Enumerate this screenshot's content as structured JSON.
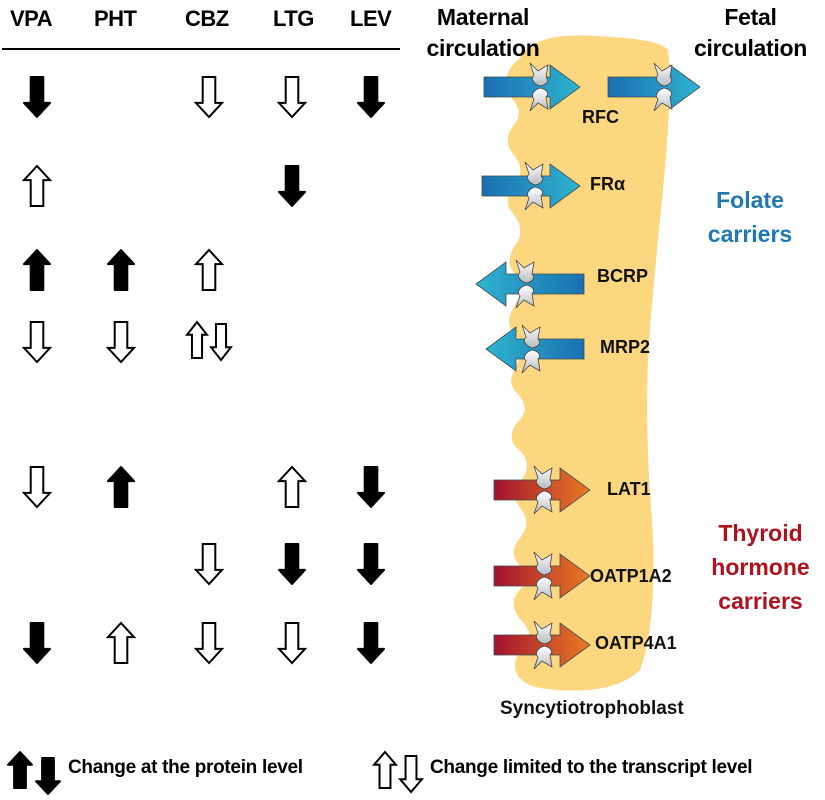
{
  "table": {
    "columns": [
      "VPA",
      "PHT",
      "CBZ",
      "LTG",
      "LEV"
    ],
    "rows": [
      {
        "transporter": "RFC",
        "cells": [
          "protein-down",
          "",
          "transcript-down",
          "transcript-down",
          "protein-down"
        ]
      },
      {
        "transporter": "FRα",
        "cells": [
          "transcript-up",
          "",
          "",
          "protein-down",
          ""
        ]
      },
      {
        "transporter": "BCRP",
        "cells": [
          "protein-up",
          "protein-up",
          "transcript-up",
          "",
          ""
        ]
      },
      {
        "transporter": "MRP2",
        "cells": [
          "transcript-down",
          "transcript-down",
          "transcript-up-down",
          "",
          ""
        ]
      },
      {
        "transporter": "LAT1",
        "cells": [
          "transcript-down",
          "protein-up",
          "",
          "transcript-up",
          "protein-down"
        ]
      },
      {
        "transporter": "OATP1A2",
        "cells": [
          "",
          "",
          "transcript-down",
          "protein-down",
          "protein-down"
        ]
      },
      {
        "transporter": "OATP4A1",
        "cells": [
          "protein-down",
          "transcript-up",
          "transcript-down",
          "transcript-down",
          "protein-down"
        ]
      }
    ]
  },
  "diagram": {
    "maternal_label": [
      "Maternal",
      "circulation"
    ],
    "fetal_label": [
      "Fetal",
      "circulation"
    ],
    "cell_label": "Syncytiotrophoblast",
    "transporters": [
      {
        "name": "RFC",
        "direction": "in",
        "family": "folate",
        "crosses": true
      },
      {
        "name": "FRα",
        "direction": "in",
        "family": "folate"
      },
      {
        "name": "BCRP",
        "direction": "out",
        "family": "folate"
      },
      {
        "name": "MRP2",
        "direction": "out",
        "family": "folate"
      },
      {
        "name": "LAT1",
        "direction": "in",
        "family": "thyroid"
      },
      {
        "name": "OATP1A2",
        "direction": "in",
        "family": "thyroid"
      },
      {
        "name": "OATP4A1",
        "direction": "in",
        "family": "thyroid"
      }
    ],
    "groups": {
      "folate": {
        "lines": [
          "Folate",
          "carriers"
        ],
        "color": "#1f78b4"
      },
      "thyroid": {
        "lines": [
          "Thyroid",
          "hormone",
          "carriers"
        ],
        "color": "#b0111e"
      }
    },
    "colors": {
      "cell": "#fcd77f",
      "folate_arrow_dark": "#1a6fb0",
      "folate_arrow_light": "#2fb4cf",
      "thyroid_arrow_dark": "#a3122e",
      "thyroid_arrow_light": "#e97b25"
    }
  },
  "legend": {
    "protein": "Change at the protein level",
    "transcript": "Change limited to the transcript level"
  }
}
